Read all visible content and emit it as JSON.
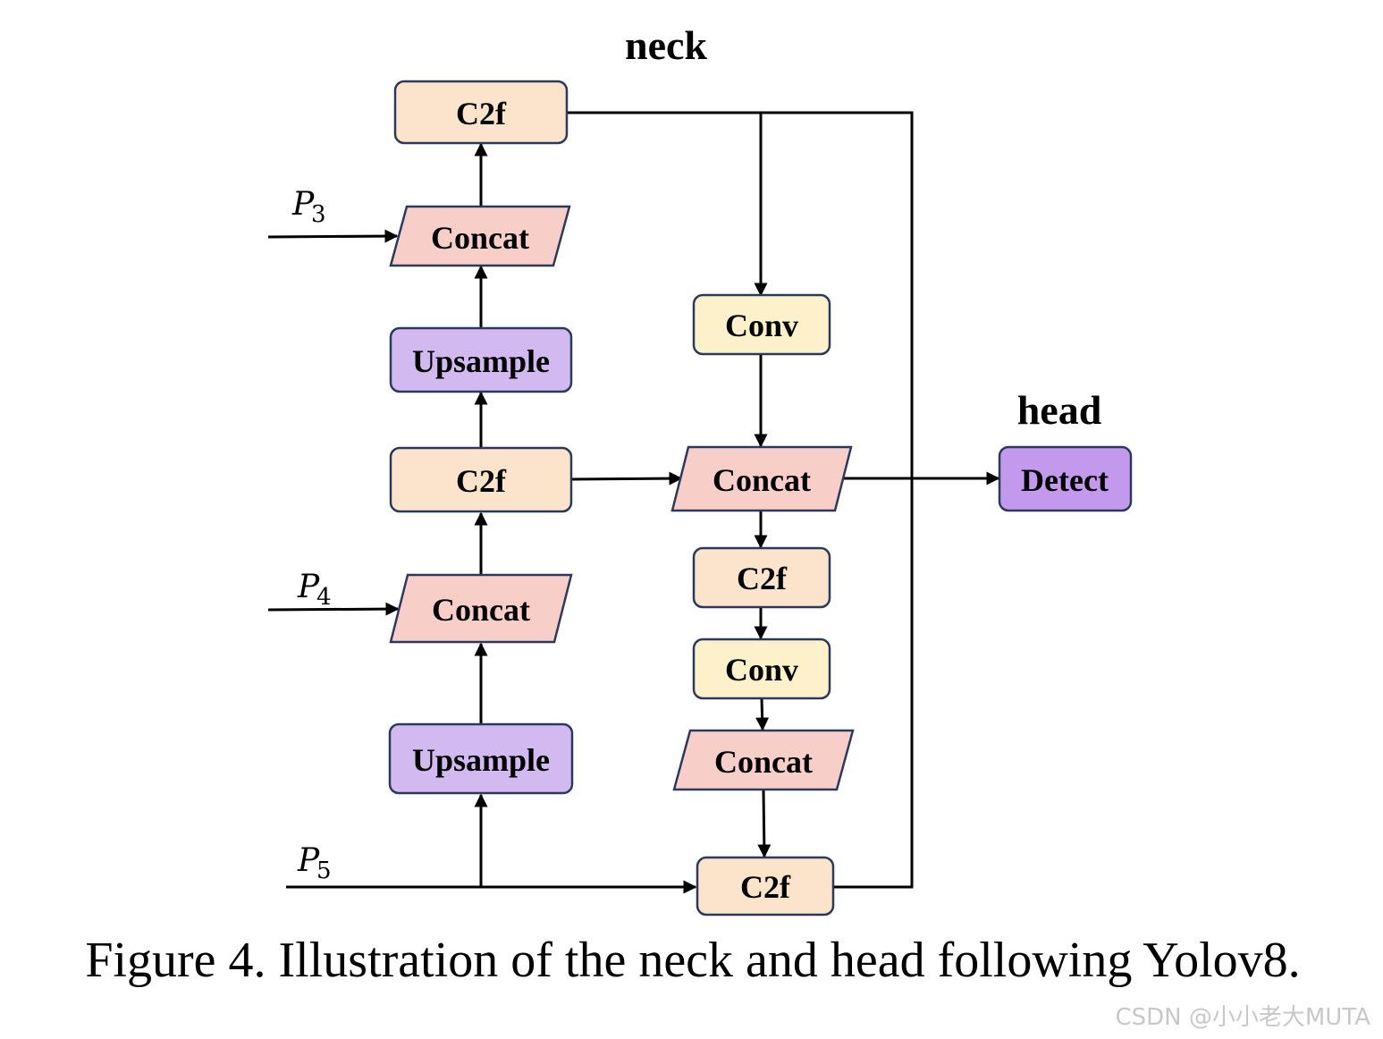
{
  "titles": {
    "neck": "neck",
    "head": "head"
  },
  "inputs": {
    "p3": "P",
    "p3_sub": "3",
    "p4": "P",
    "p4_sub": "4",
    "p5": "P",
    "p5_sub": "5"
  },
  "nodes": {
    "left_c2f_top": "C2f",
    "left_concat_top": "Concat",
    "left_upsample_top": "Upsample",
    "left_c2f_mid": "C2f",
    "left_concat_bottom": "Concat",
    "left_upsample_bottom": "Upsample",
    "right_conv_top": "Conv",
    "right_concat_mid": "Concat",
    "right_c2f_mid": "C2f",
    "right_conv_bottom": "Conv",
    "right_concat_bottom": "Concat",
    "right_c2f_bottom": "C2f",
    "detect": "Detect"
  },
  "caption": "Figure 4. Illustration of the neck and head following Yolov8.",
  "watermark": "CSDN @小小老大MUTA",
  "colors": {
    "c2f_fill": "#fbe3cc",
    "concat_fill": "#f8cfc8",
    "upsample_fill": "#d2b9f0",
    "conv_fill": "#fdf1cb",
    "detect_fill": "#c299ec",
    "border": "#2b3a5c"
  }
}
